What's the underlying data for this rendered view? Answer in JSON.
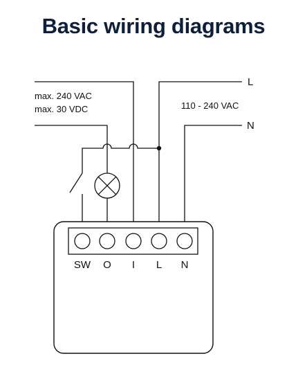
{
  "title": "Basic wiring diagrams",
  "diagram": {
    "source_label_1": "max. 240 VAC",
    "source_label_2": "max. 30 VDC",
    "supply_label": "110 - 240 VAC",
    "line_label": "L",
    "neutral_label": "N",
    "terminals": {
      "sw": "SW",
      "o": "O",
      "i": "I",
      "l": "L",
      "n": "N"
    }
  }
}
